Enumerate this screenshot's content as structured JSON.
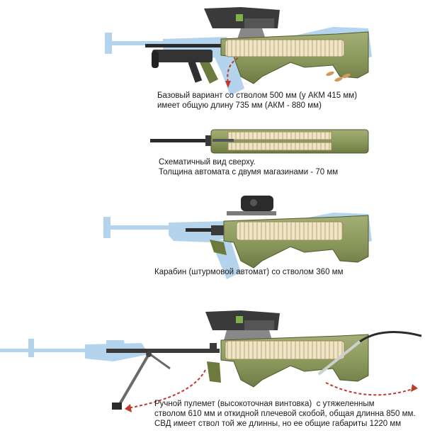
{
  "colors": {
    "ghost_akm": "#a8cdea",
    "receiver_green": "#8c9a5e",
    "receiver_dark": "#5e6a3a",
    "magazine_cream": "#e8dcb8",
    "metal_dark": "#2b2b2b",
    "arrow_red": "#c0392b"
  },
  "captions": [
    {
      "line1": "Базовый вариант со стволом 500 мм (у АКМ 415 мм)",
      "line2": "имеет общую длину 735 мм (АКМ - 880 мм)"
    },
    {
      "line1": "Схематичный вид сверху.",
      "line2": "Толщина автомата с двумя магазинами - 70 мм"
    },
    {
      "line1": "Карабин (штурмовой автомат) со стволом 360 мм"
    },
    {
      "line1": "Ручной пулемет (высокоточная винтовка)  с утяжеленным",
      "line2": "стволом 610 мм и откидной плечевой скобой, общая длинна 850 мм.",
      "line3": "СВД имеет ствол той же длинны, но ее общие габариты 1220 мм"
    }
  ]
}
